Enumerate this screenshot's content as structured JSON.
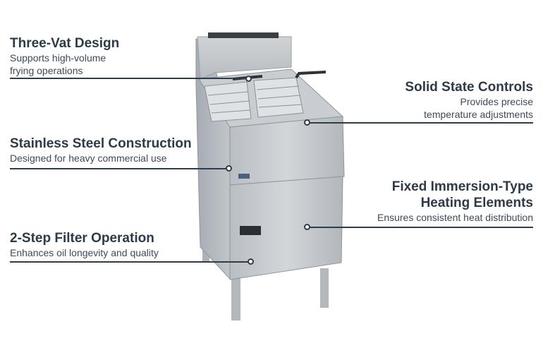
{
  "callouts": [
    {
      "id": "three-vat",
      "title": "Three-Vat Design",
      "desc": [
        "Supports high-volume",
        "frying operations"
      ]
    },
    {
      "id": "stainless",
      "title": "Stainless Steel Construction",
      "desc": [
        "Designed for heavy commercial use"
      ]
    },
    {
      "id": "filter",
      "title": "2-Step Filter Operation",
      "desc": [
        "Enhances oil longevity and quality"
      ]
    },
    {
      "id": "controls",
      "title": "Solid State Controls",
      "desc": [
        "Provides precise",
        "temperature adjustments"
      ]
    },
    {
      "id": "heating",
      "title": [
        "Fixed Immersion-Type",
        "Heating Elements"
      ],
      "desc": [
        "Ensures consistent heat distribution"
      ]
    }
  ],
  "colors": {
    "line": "#2f3d4a",
    "steel": "#c4c8cc",
    "steel_dark": "#9aa0a6",
    "title": "#2d3a47"
  }
}
